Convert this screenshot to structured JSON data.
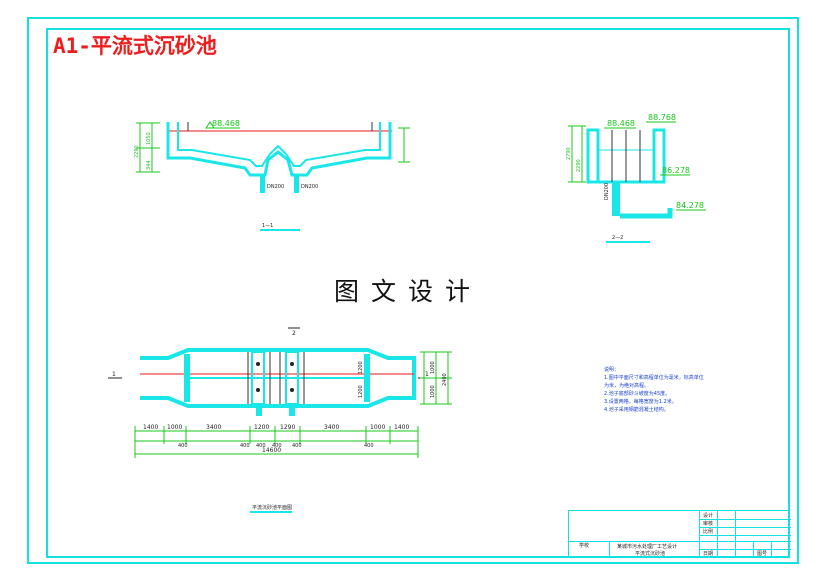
{
  "header": {
    "title": "A1-平流式沉砂池"
  },
  "watermark": "图文设计",
  "colors": {
    "frame": "#14e0e0",
    "structure": "#19e6e6",
    "dimension": "#18c818",
    "center_line": "#e81a1a",
    "title": "#ee1c1c",
    "text": "#1a3fd1"
  },
  "section_a": {
    "levels": [
      "88.468"
    ],
    "dims_left": [
      "1050",
      "2290",
      "344"
    ],
    "pipe_labels": [
      "DN200",
      "DN200"
    ],
    "caption": "1—1"
  },
  "section_b": {
    "levels": [
      "88.468",
      "88.768",
      "86.278",
      "84.278"
    ],
    "dims_left": [
      "2790",
      "2290"
    ],
    "pipe_label": "DN200",
    "caption": "2—2"
  },
  "plan": {
    "section_marks": [
      "1",
      "1",
      "2"
    ],
    "dims_top": [
      "1400",
      "1000",
      "3400",
      "1200",
      "1290",
      "3400",
      "1000",
      "1400"
    ],
    "dims_mid": [
      "400",
      "400",
      "400",
      "400",
      "400",
      "400"
    ],
    "total": "14600",
    "dims_right": [
      "1200",
      "1200",
      "1000",
      "1000",
      "2400"
    ],
    "caption": "平流沉砂池平面图"
  },
  "notes": {
    "heading": "说明：",
    "lines": [
      "1.图中平面尺寸和高程单位为毫米，标高单位",
      "为米，为绝对高程。",
      "2.池子底部砂斗坡度为45度。",
      "3.设置两格，每格宽度为1.2米。",
      "4.池子采用钢筋混凝土结构。"
    ]
  },
  "title_block": {
    "school": "学校",
    "project": "某城市污水处理厂工艺设计",
    "drawing": "平流式沉砂池",
    "cells": [
      "设计",
      "审核",
      "比例",
      "图号",
      "日期"
    ]
  }
}
